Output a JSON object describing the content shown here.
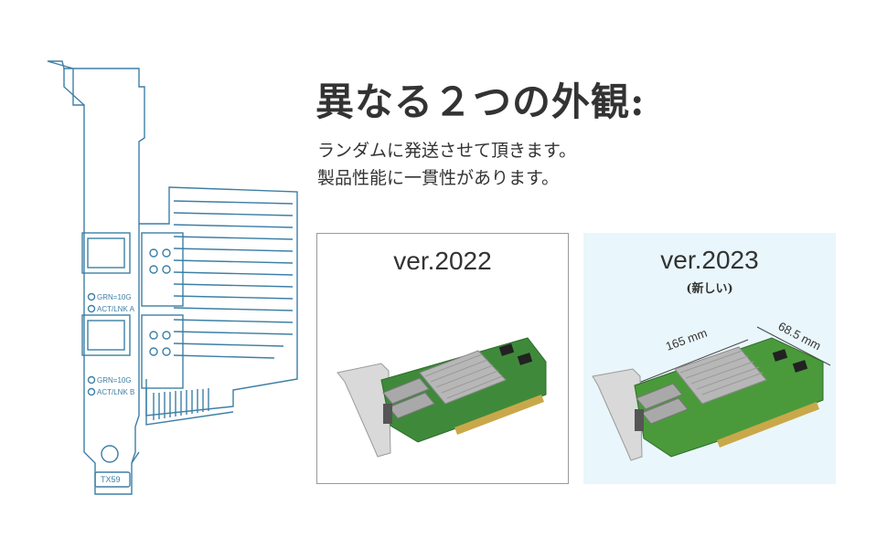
{
  "heading": "異なる２つの外観:",
  "subtitle_line1": "ランダムに発送させて頂きます。",
  "subtitle_line2": "製品性能に一貫性があります。",
  "drawing": {
    "label_grn_a": "GRN=10G",
    "label_act_a": "ACT/LNK A",
    "label_grn_b": "GRN=10G",
    "label_act_b": "ACT/LNK B",
    "model": "TX59"
  },
  "old_version": {
    "label": "ver.2022"
  },
  "new_version": {
    "label": "ver.2023",
    "tag": "(新しい)",
    "length_dim": "165 mm",
    "height_dim": "68.5 mm"
  },
  "colors": {
    "drawing_line": "#3d7fa5",
    "pcb_green": "#3f8a3a",
    "new_panel_bg": "#e9f6fb"
  }
}
